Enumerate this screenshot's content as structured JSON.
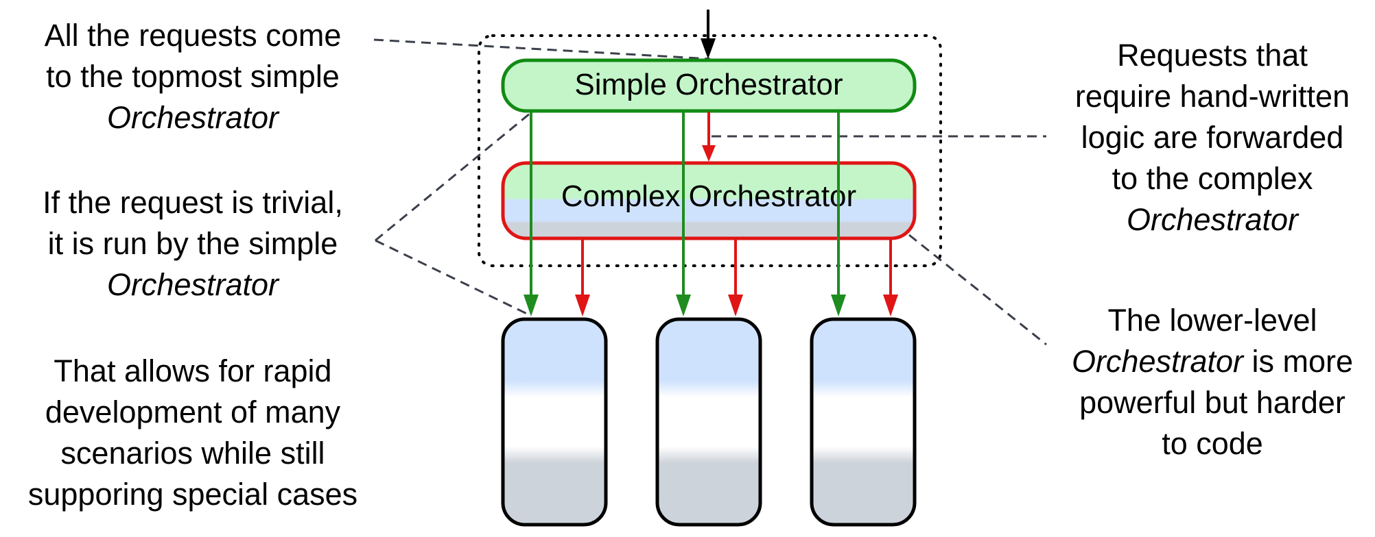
{
  "simple_orchestrator": {
    "label": "Simple Orchestrator",
    "fill": "#c3f5c8",
    "border": "#138a13"
  },
  "complex_orchestrator": {
    "label": "Complex Orchestrator",
    "border": "#e01515"
  },
  "annotations": {
    "requests": {
      "line1": "All the requests come",
      "line2": "to the topmost simple",
      "line3": "Orchestrator"
    },
    "trivial": {
      "line1": "If the request is trivial,",
      "line2": "it is run by the simple",
      "line3": "Orchestrator"
    },
    "rapid": {
      "line1": "That allows for rapid",
      "line2": "development of many",
      "line3": "scenarios while still",
      "line4": "supporing special cases"
    },
    "forwarded": {
      "line1": "Requests that",
      "line2": "require hand-written",
      "line3": "logic are forwarded",
      "line4": "to the complex",
      "line5": "Orchestrator"
    },
    "lower_level": {
      "line1_italic": "Orchestrator",
      "line0": "The lower-level",
      "line1_rest": " is more",
      "line2": "powerful but harder",
      "line3": "to code"
    }
  },
  "colors": {
    "green_arrow": "#1f8c1f",
    "red_arrow": "#e01515",
    "blue_fill": "#cfe2fd",
    "gray_fill": "#cdd3da"
  }
}
